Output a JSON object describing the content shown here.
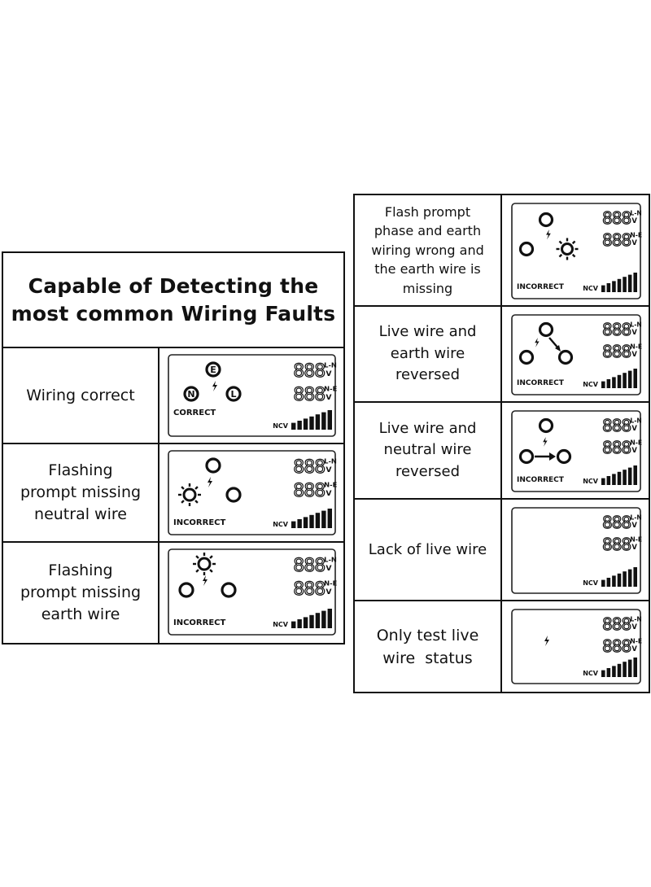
{
  "title": "Capable of Detecting the most common Wiring Faults",
  "title_lines": [
    "Capable of Detecting the",
    "most common Wiring Faults"
  ],
  "lcd_labels": {
    "digits": "888",
    "ln": "L-N",
    "ne": "N-E",
    "unit": "V",
    "ncv": "NCV",
    "correct": "CORRECT",
    "incorrect": "INCORRECT",
    "e": "E",
    "n": "N",
    "l": "L"
  },
  "left_rows": [
    {
      "label_lines": [
        "Wiring correct"
      ],
      "display": "correct"
    },
    {
      "label_lines": [
        "Flashing",
        "prompt missing",
        "neutral wire"
      ],
      "display": "missing-neutral"
    },
    {
      "label_lines": [
        "Flashing",
        "prompt missing",
        "earth wire"
      ],
      "display": "missing-earth"
    }
  ],
  "right_rows": [
    {
      "label_lines": [
        "Flash prompt",
        "phase and earth",
        "wiring wrong and",
        "the earth wire is",
        "missing"
      ],
      "display": "phase-earth-wrong"
    },
    {
      "label_lines": [
        "Live wire and",
        "earth wire",
        "reversed"
      ],
      "display": "live-earth-reversed"
    },
    {
      "label_lines": [
        "Live wire and",
        "neutral wire",
        "reversed"
      ],
      "display": "live-neutral-reversed"
    },
    {
      "label_lines": [
        "Lack of live wire"
      ],
      "display": "no-live"
    },
    {
      "label_lines": [
        "Only test live",
        "wire  status"
      ],
      "display": "live-only"
    }
  ]
}
